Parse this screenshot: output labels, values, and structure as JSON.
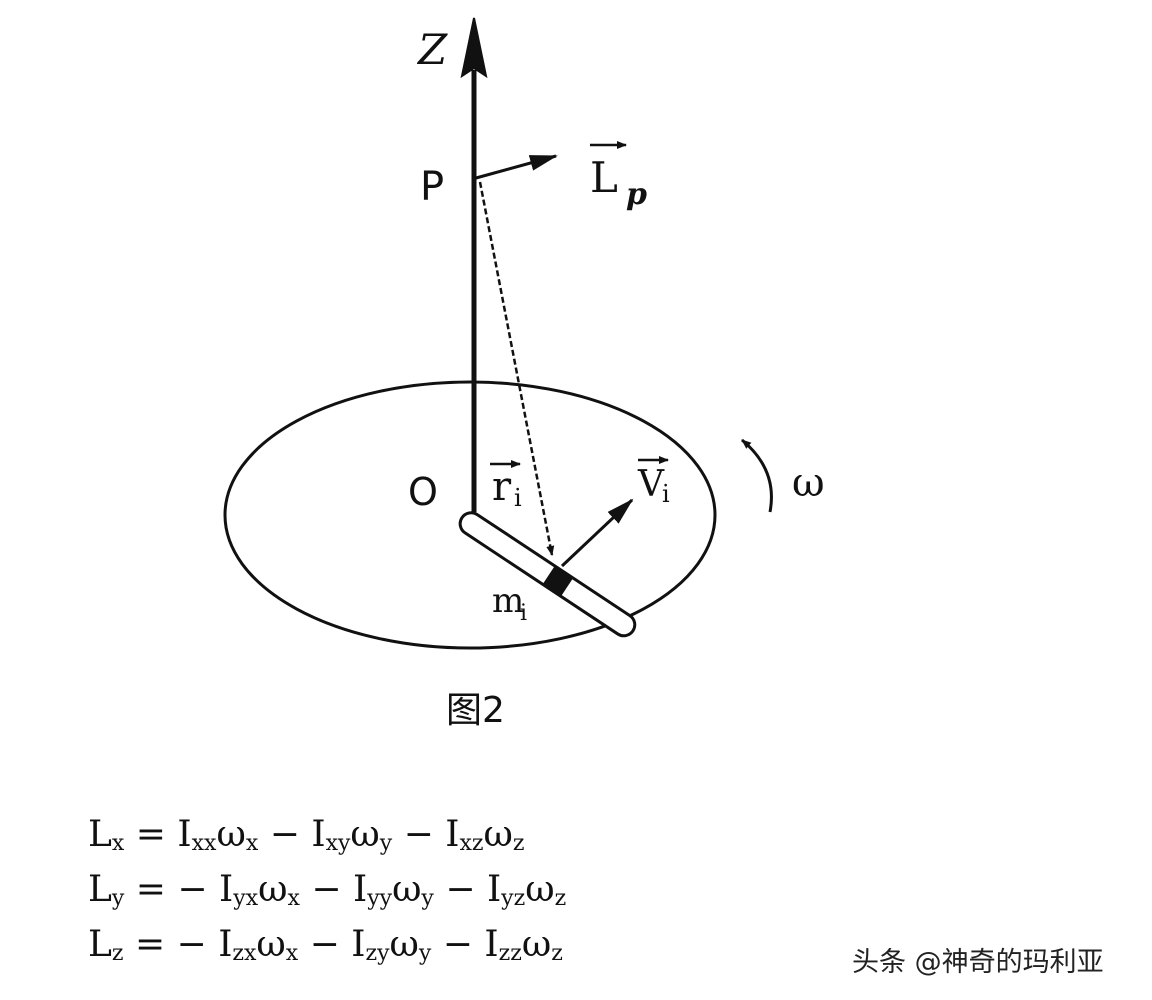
{
  "diagram": {
    "axis_label": "Z",
    "point_p": "P",
    "vector_lp": "L",
    "vector_lp_sub": "p",
    "origin": "O",
    "vector_r": "r",
    "vector_r_sub": "i",
    "vector_v": "V",
    "vector_v_sub": "i",
    "omega": "ω",
    "mass": "m",
    "mass_sub": "i",
    "caption": "图2"
  },
  "equations": [
    {
      "lhs": "L",
      "lhs_sub": "x",
      "terms": [
        {
          "op": "=",
          "I": "I",
          "sub": "xx",
          "w": "ω",
          "wsub": "x"
        },
        {
          "op": "−",
          "I": "I",
          "sub": "xy",
          "w": "ω",
          "wsub": "y"
        },
        {
          "op": "−",
          "I": "I",
          "sub": "xz",
          "w": "ω",
          "wsub": "z"
        }
      ]
    },
    {
      "lhs": "L",
      "lhs_sub": "y",
      "terms": [
        {
          "op": "= −",
          "I": "I",
          "sub": "yx",
          "w": "ω",
          "wsub": "x"
        },
        {
          "op": "−",
          "I": "I",
          "sub": "yy",
          "w": "ω",
          "wsub": "y"
        },
        {
          "op": "−",
          "I": "I",
          "sub": "yz",
          "w": "ω",
          "wsub": "z"
        }
      ]
    },
    {
      "lhs": "L",
      "lhs_sub": "z",
      "terms": [
        {
          "op": "= −",
          "I": "I",
          "sub": "zx",
          "w": "ω",
          "wsub": "x"
        },
        {
          "op": "−",
          "I": "I",
          "sub": "zy",
          "w": "ω",
          "wsub": "y"
        },
        {
          "op": "−",
          "I": "I",
          "sub": "zz",
          "w": "ω",
          "wsub": "z"
        }
      ]
    }
  ],
  "watermark": "头条 @神奇的玛利亚"
}
